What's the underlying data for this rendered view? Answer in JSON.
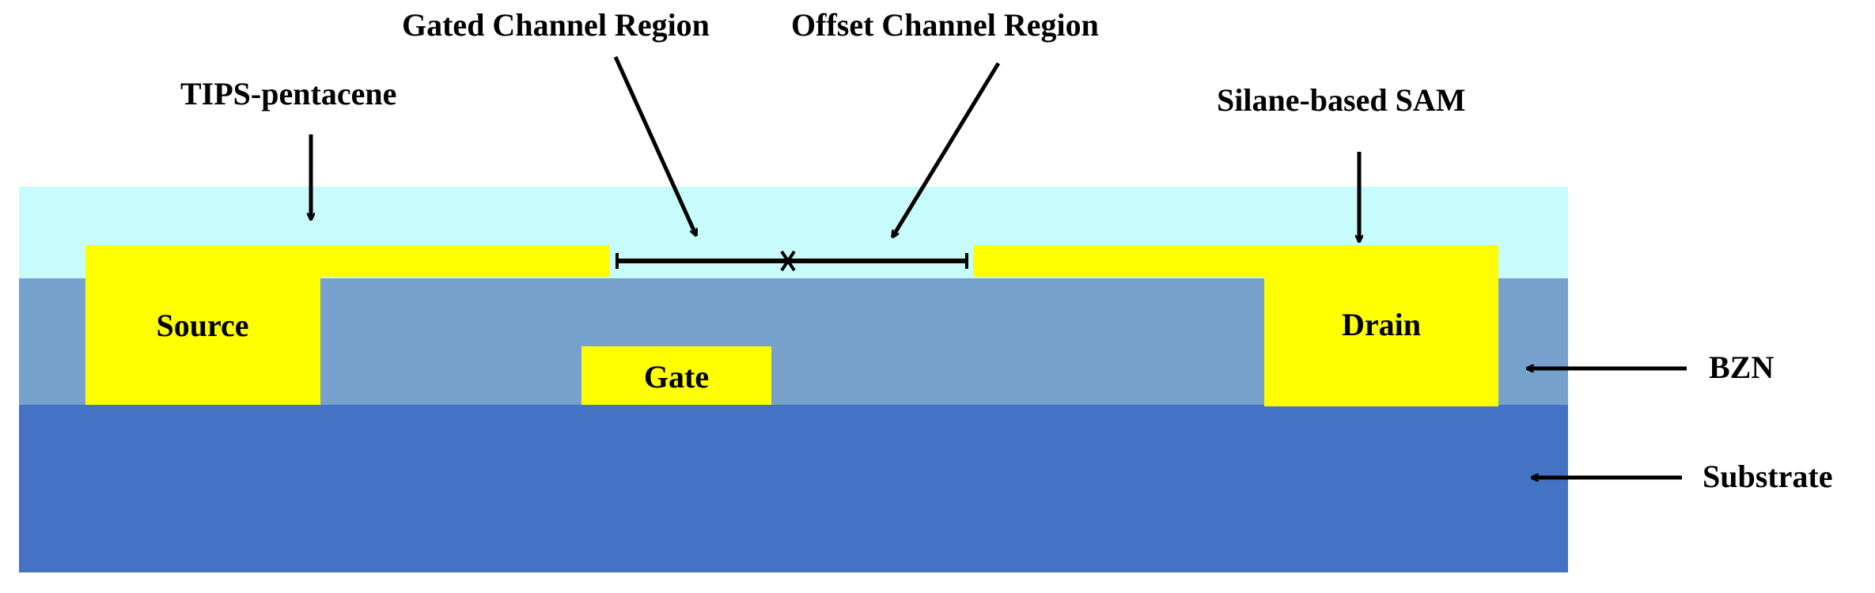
{
  "labels": {
    "gated_channel_region": "Gated Channel Region",
    "offset_channel_region": "Offset Channel Region",
    "tips_pentacene": "TIPS-pentacene",
    "silane_sam": "Silane-based SAM",
    "source": "Source",
    "drain": "Drain",
    "gate": "Gate",
    "bzn": "BZN",
    "substrate": "Substrate"
  },
  "colors": {
    "sam_layer": "#C8FBFB",
    "bzn_layer": "#75A1CC",
    "substrate_layer": "#4472C4",
    "electrode": "#FFFF00",
    "arrow": "#000000",
    "text": "#000000"
  }
}
